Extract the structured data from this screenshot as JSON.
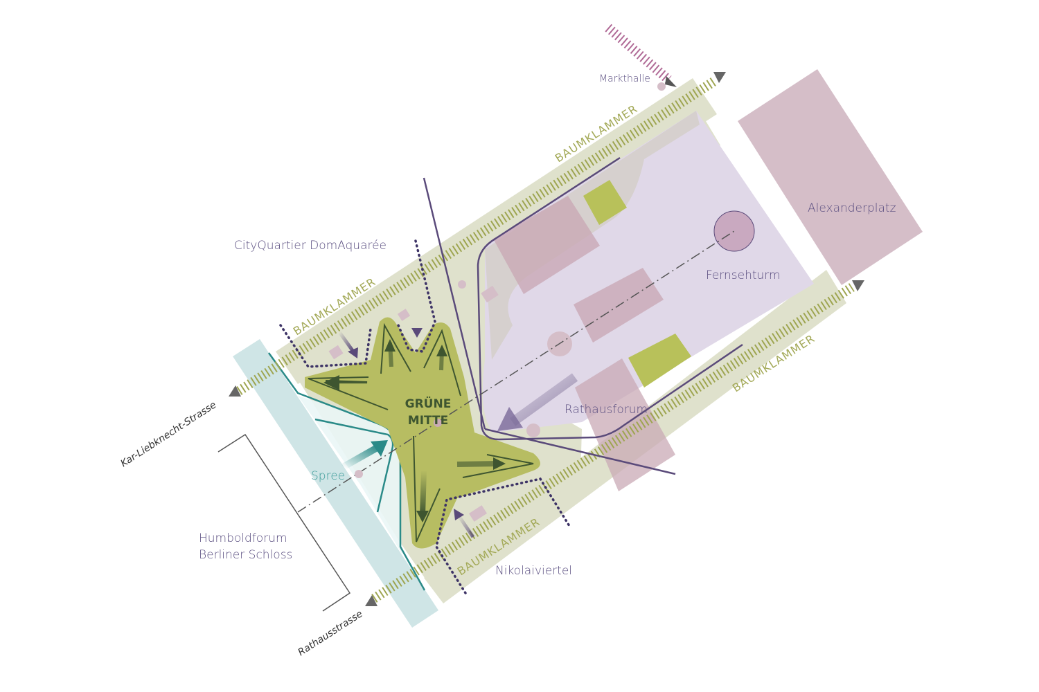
{
  "labels": {
    "markthalle": "Markthalle",
    "alexanderplatz": "Alexanderplatz",
    "fernsehturm": "Fernsehturm",
    "cityquartier": "CityQuartier DomAquarée",
    "rathausforum": "Rathausforum",
    "gruene_mitte_1": "GRÜNE",
    "gruene_mitte_2": "MITTE",
    "spree": "Spree",
    "humboldforum_1": "Humboldforum",
    "humboldforum_2": "Berliner Schloss",
    "nikolaiviertel": "Nikolaiviertel",
    "street_kar": "Kar-Liebknecht-Strasse",
    "street_rathaus": "Rathausstrasse",
    "baumklammer": [
      "BAUMKLAMMER",
      "BAUMKLAMMER",
      "BAUMKLAMMER",
      "BAUMKLAMMER"
    ]
  },
  "colors": {
    "pale_green": "#dfe1cc",
    "lavender": "#e0d8e8",
    "mauve": "#d5bec8",
    "olive": "#b7bd62",
    "green_block": "#b8c15a",
    "spree": "#cfe5e6",
    "teal": "#2a8a88",
    "purple": "#5a4a7a"
  }
}
